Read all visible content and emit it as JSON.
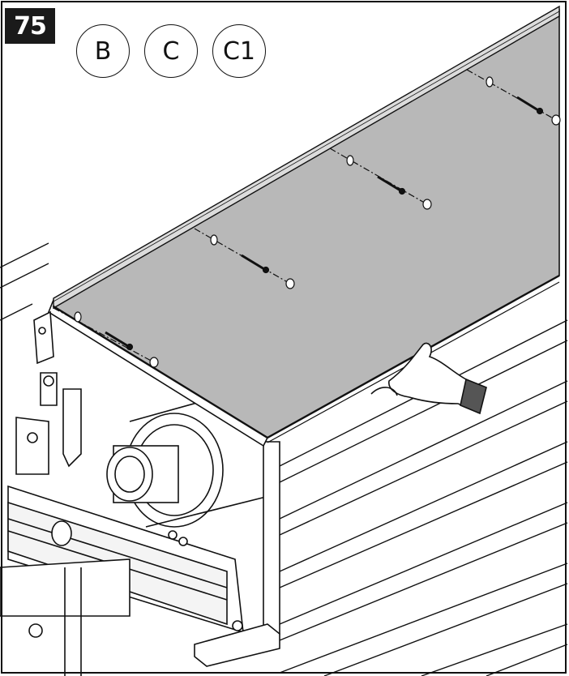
{
  "step": {
    "number": "75"
  },
  "part_refs": [
    "B",
    "C",
    "C1"
  ],
  "colors": {
    "panel": "#b8b8b8",
    "panel_edge": "#8a8a8a",
    "line": "#111111",
    "badge": "#1a1a1a"
  },
  "icons": {
    "hand": "pointing-hand-icon",
    "screw": "screw-icon"
  }
}
